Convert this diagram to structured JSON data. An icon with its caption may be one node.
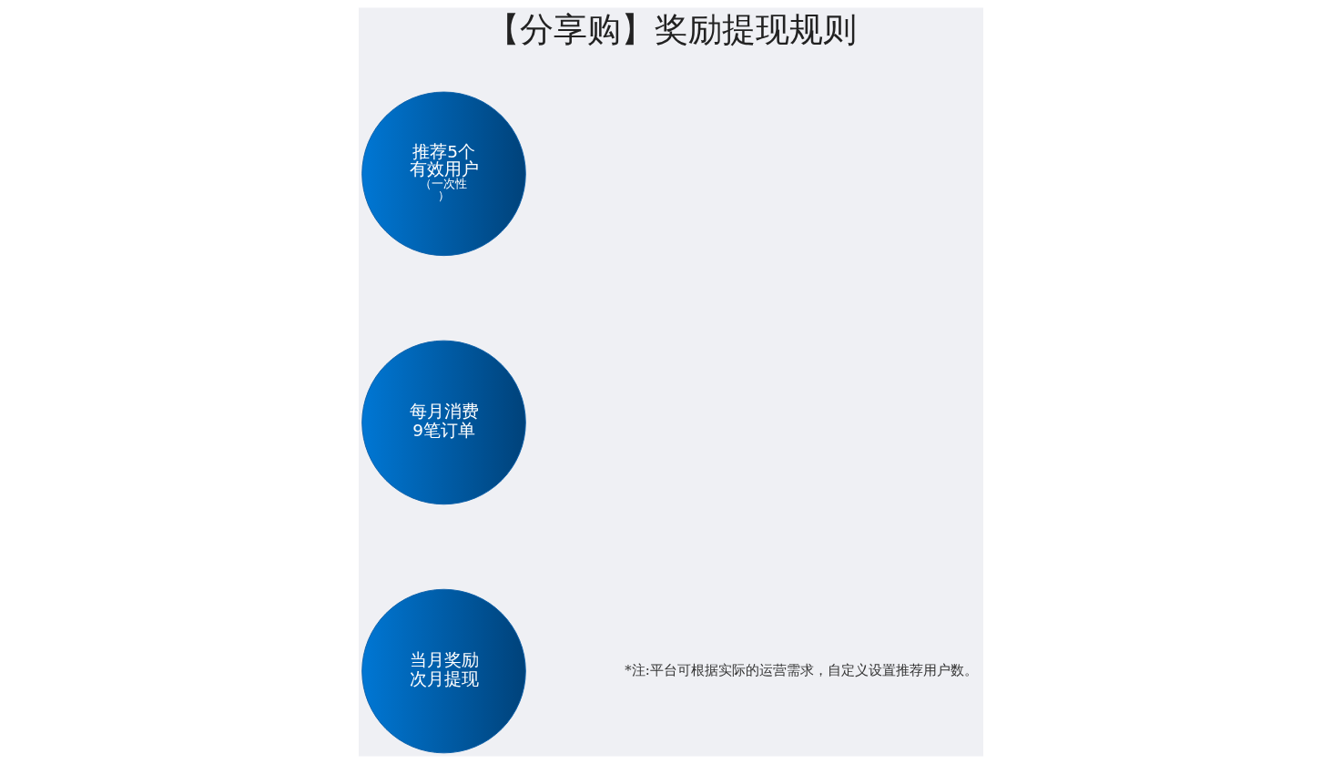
{
  "diagram": {
    "title": "【分享购】奖励提现规则",
    "nodes": [
      {
        "text": [
          "推荐5个有效用户",
          "（一次性）"
        ]
      },
      {
        "text": [
          "每月消费9笔订单"
        ]
      },
      {
        "text": [
          "当月奖励次月提现"
        ]
      }
    ],
    "labels": [
      "*注:平台可根据实际的运营需求，自定义设置推荐用户数。"
    ]
  }
}
